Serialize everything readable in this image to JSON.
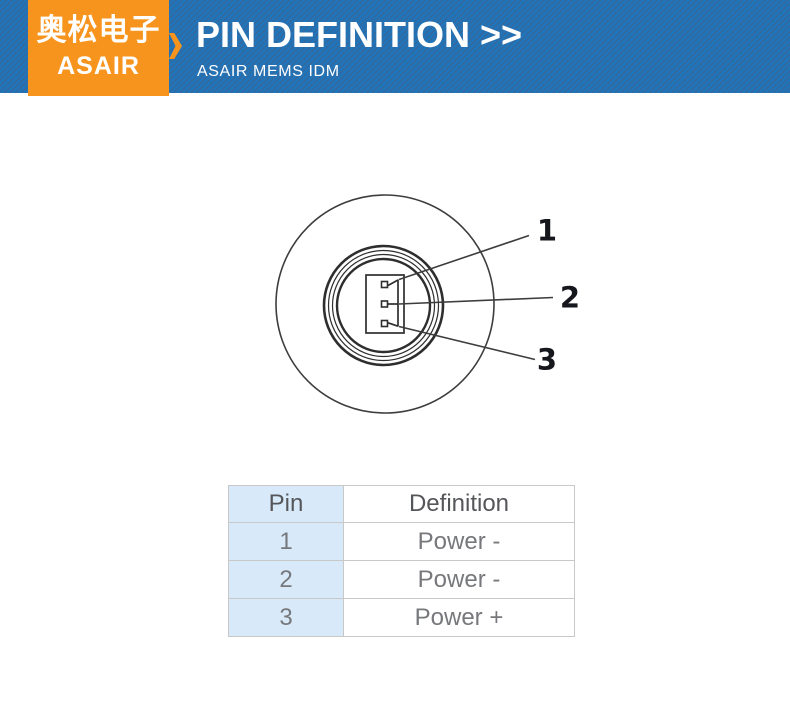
{
  "header": {
    "brand_cn": "奥松电子",
    "brand_en": "ASAIR",
    "title": "PIN DEFINITION >>",
    "subtitle": "ASAIR MEMS IDM"
  },
  "diagram": {
    "type": "3-pin circular connector front view",
    "pin_labels": [
      "1",
      "2",
      "3"
    ]
  },
  "pin_table": {
    "columns": [
      "Pin",
      "Definition"
    ],
    "rows": [
      {
        "pin": "1",
        "definition": "Power -"
      },
      {
        "pin": "2",
        "definition": "Power -"
      },
      {
        "pin": "3",
        "definition": "Power +"
      }
    ]
  },
  "colors": {
    "band_blue": "#2074b9",
    "band_stripe": "#34699f",
    "logo_orange": "#f7941d",
    "table_pin_column_bg": "#d8eafa",
    "table_border": "#c8c8c8"
  }
}
